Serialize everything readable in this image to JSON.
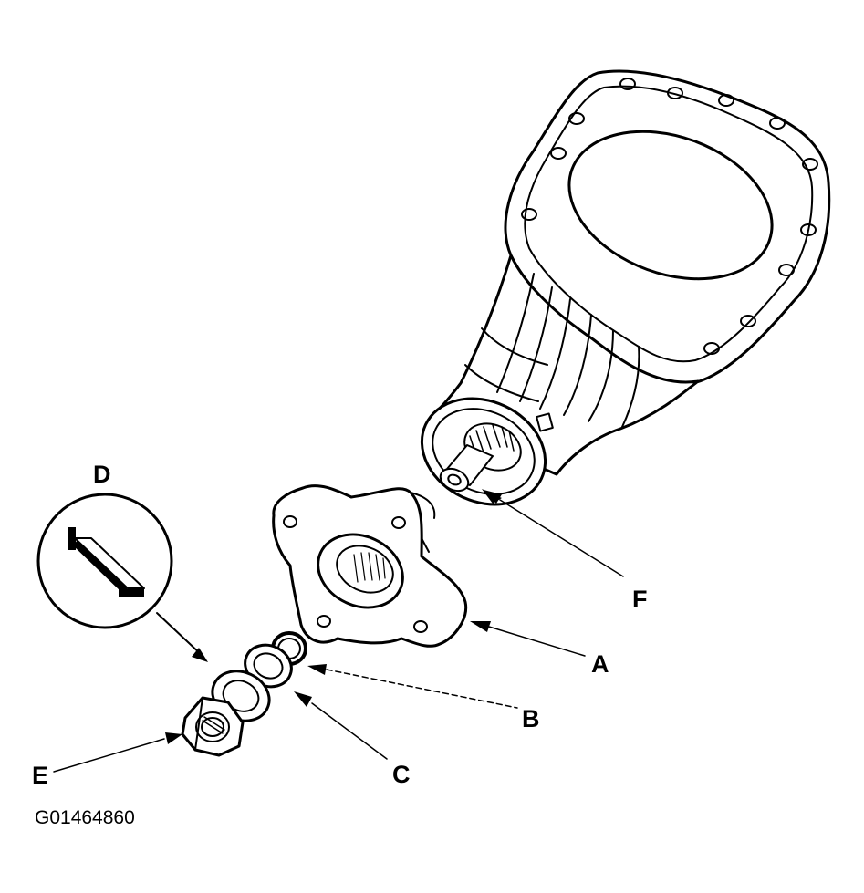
{
  "diagram": {
    "callouts": {
      "a": "A",
      "b": "B",
      "c": "C",
      "d": "D",
      "e": "E",
      "f": "F"
    },
    "figure_id": "G01464860"
  },
  "colors": {
    "ink": "#000000",
    "paper": "#ffffff"
  }
}
